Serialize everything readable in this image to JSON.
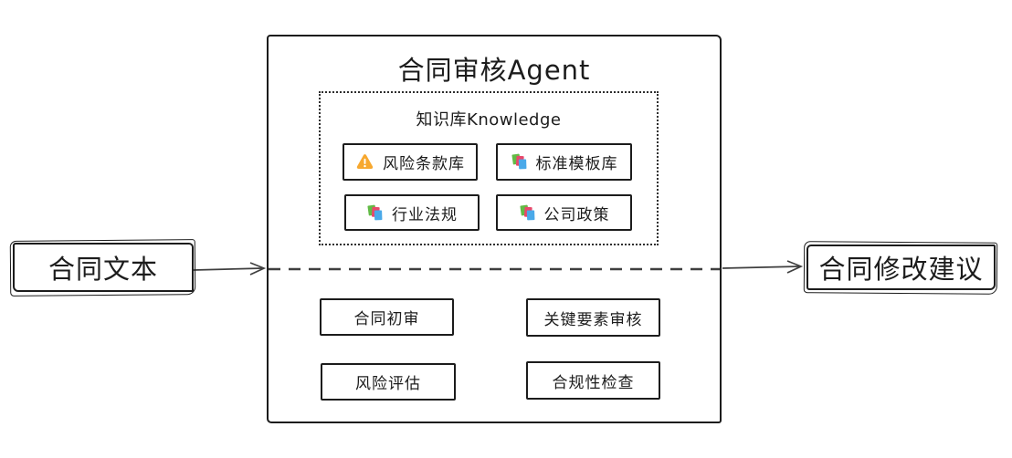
{
  "diagram": {
    "input_node": {
      "label": "合同文本"
    },
    "output_node": {
      "label": "合同修改建议"
    },
    "agent": {
      "title": "合同审核Agent",
      "knowledge": {
        "title": "知识库Knowledge",
        "items": [
          {
            "label": "风险条款库",
            "icon": "warning-icon"
          },
          {
            "label": "标准模板库",
            "icon": "books-icon"
          },
          {
            "label": "行业法规",
            "icon": "books-icon"
          },
          {
            "label": "公司政策",
            "icon": "books-icon"
          }
        ]
      },
      "processes": [
        {
          "label": "合同初审"
        },
        {
          "label": "关键要素审核"
        },
        {
          "label": "风险评估"
        },
        {
          "label": "合规性检查"
        }
      ]
    },
    "colors": {
      "stroke": "#1c1c1c",
      "connector": "#3f3f3f",
      "background": "#ffffff",
      "warning_orange": "#f7a82f",
      "warning_mark": "#ffffff",
      "book_green": "#62bb46",
      "book_pink": "#e8486b",
      "book_blue": "#4aa9e9"
    }
  }
}
